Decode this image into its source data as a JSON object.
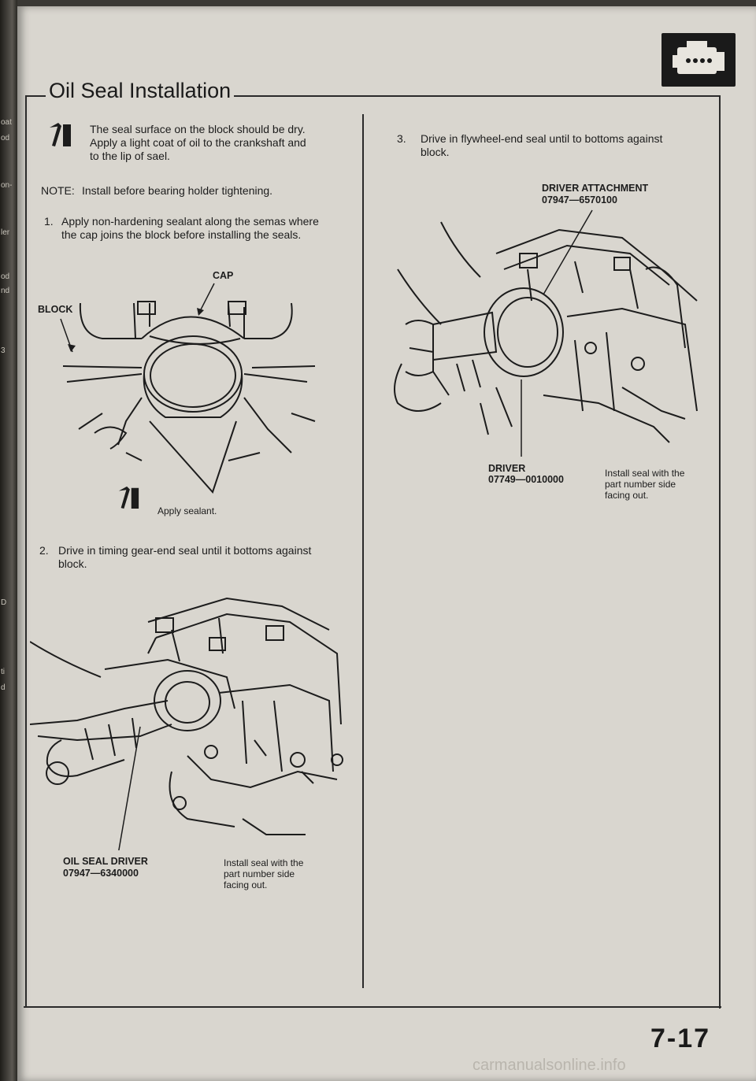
{
  "section": {
    "title": "Oil Seal Installation"
  },
  "edge_fragments": [
    "oat",
    "od",
    "on-",
    "ler",
    "od",
    "nd",
    "3",
    "D",
    "ti",
    "d"
  ],
  "left_col": {
    "intro_lines": [
      "The seal surface on the block should be dry.",
      "Apply a light coat of oil to the crankshaft and",
      "to the lip of sael."
    ],
    "note_label": "NOTE:",
    "note_text": "Install before bearing holder tightening.",
    "step1_num": "1.",
    "step1_lines": [
      "Apply non-hardening sealant along the semas where",
      "the cap joins the block before installing the seals."
    ],
    "fig1": {
      "cap_label": "CAP",
      "block_label": "BLOCK",
      "sealant_caption": "Apply sealant."
    },
    "step2_num": "2.",
    "step2_lines": [
      "Drive in timing gear-end seal until it bottoms against",
      "block."
    ],
    "fig2": {
      "tool_name": "OIL SEAL DRIVER",
      "tool_number": "07947—6340000",
      "note_lines": [
        "Install seal with the",
        "part number side",
        "facing out."
      ]
    }
  },
  "right_col": {
    "step3_num": "3.",
    "step3_lines": [
      "Drive in flywheel-end seal until to bottoms against",
      "block."
    ],
    "fig3": {
      "attachment_name": "DRIVER ATTACHMENT",
      "attachment_number": "07947—6570100",
      "driver_name": "DRIVER",
      "driver_number": "07749—0010000",
      "note_lines": [
        "Install seal with the",
        "part number side",
        "facing out."
      ]
    }
  },
  "page_number": "7-17",
  "watermark": "carmanualsonline.info"
}
